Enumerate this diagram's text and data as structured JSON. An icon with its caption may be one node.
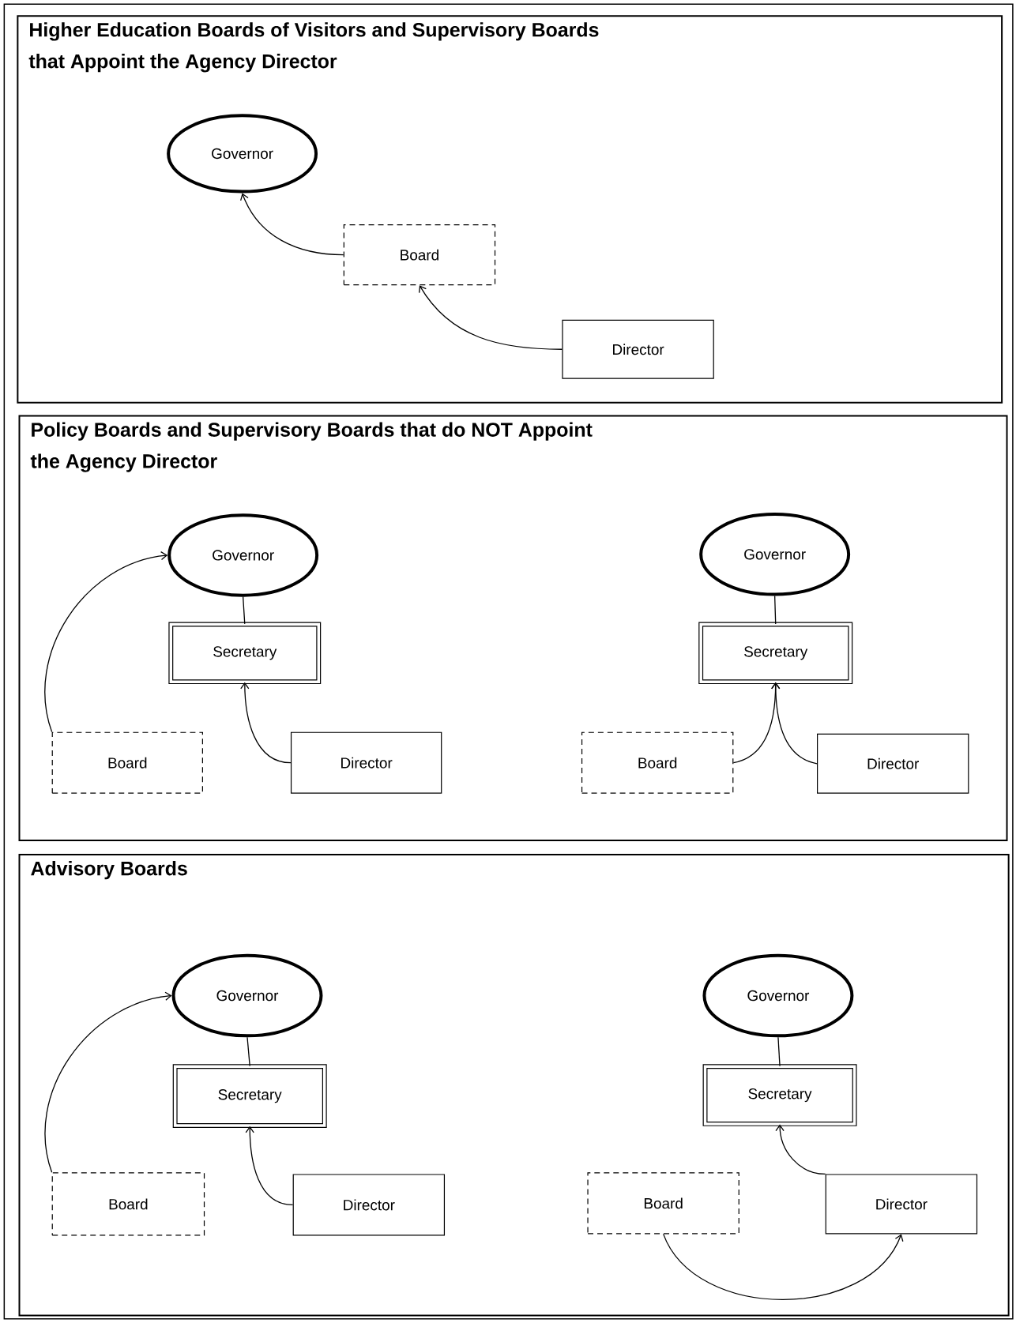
{
  "diagram": {
    "nodes": [
      {
        "text": [
          "Higher Education Boards of Visitors and Supervisory Boards that Appoint the Agency Director"
        ]
      },
      {
        "text": [
          "Governor"
        ],
        "in": 0
      },
      {
        "text": [
          "Board"
        ],
        "in": 0
      },
      {
        "text": [
          "Director"
        ],
        "in": 0
      },
      {
        "text": [
          "Policy Boards and Supervisory Boards that do NOT Appoint the Agency Director"
        ]
      },
      {
        "text": [
          "Governor"
        ],
        "in": 4
      },
      {
        "text": [
          "Secretary"
        ],
        "in": 4
      },
      {
        "text": [
          "Board"
        ],
        "in": 4
      },
      {
        "text": [
          "Director"
        ],
        "in": 4
      },
      {
        "text": [
          "Governor"
        ],
        "in": 4
      },
      {
        "text": [
          "Secretary"
        ],
        "in": 4
      },
      {
        "text": [
          "Board"
        ],
        "in": 4
      },
      {
        "text": [
          "Director"
        ],
        "in": 4
      },
      {
        "text": [
          "Advisory Boards"
        ]
      },
      {
        "text": [
          "Governor"
        ],
        "in": 13
      },
      {
        "text": [
          "Secretary"
        ],
        "in": 13
      },
      {
        "text": [
          "Board"
        ],
        "in": 13
      },
      {
        "text": [
          "Director"
        ],
        "in": 13
      },
      {
        "text": [
          "Governor"
        ],
        "in": 13
      },
      {
        "text": [
          "Secretary"
        ],
        "in": 13
      },
      {
        "text": [
          "Board"
        ],
        "in": 13
      },
      {
        "text": [
          "Director"
        ],
        "in": 13
      }
    ],
    "edges": [
      {
        "from": 2,
        "to": 1,
        "arrow": "to"
      },
      {
        "from": 3,
        "to": 2,
        "arrow": "to"
      },
      {
        "from": 5,
        "to": 6,
        "arrow": "none"
      },
      {
        "from": 7,
        "to": 5,
        "arrow": "to"
      },
      {
        "from": 8,
        "to": 6,
        "arrow": "to"
      },
      {
        "from": 9,
        "to": 10,
        "arrow": "none"
      },
      {
        "from": 11,
        "to": 10,
        "arrow": "to"
      },
      {
        "from": 12,
        "to": 10,
        "arrow": "to"
      },
      {
        "from": 14,
        "to": 15,
        "arrow": "none"
      },
      {
        "from": 16,
        "to": 14,
        "arrow": "to"
      },
      {
        "from": 17,
        "to": 15,
        "arrow": "to"
      },
      {
        "from": 18,
        "to": 19,
        "arrow": "none"
      },
      {
        "from": 21,
        "to": 19,
        "arrow": "to"
      },
      {
        "from": 20,
        "to": 21,
        "arrow": "to"
      }
    ]
  }
}
